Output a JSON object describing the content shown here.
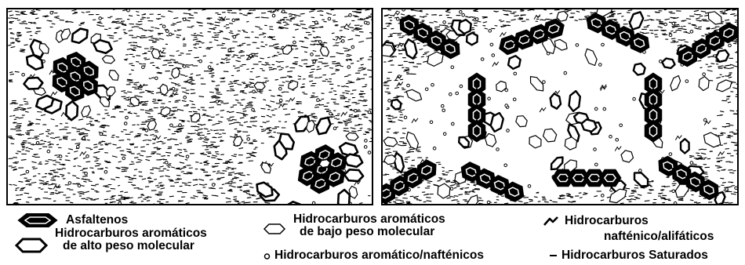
{
  "panels": [
    {
      "name": "dispersed-state"
    },
    {
      "name": "aggregated-state"
    }
  ],
  "legend": {
    "asphaltenes": "Asfaltenos",
    "high_mw_aromatics_line1": "Hidrocarburos aromáticos",
    "high_mw_aromatics_line2": "de alto peso molecular",
    "low_mw_aromatics_line1": "Hidrocarburos aromáticos",
    "low_mw_aromatics_line2": "de bajo peso molecular",
    "aromatic_naphthenic": "Hidrocarburos aromático/nafténicos",
    "naphthenic_aliphatic_line1": "Hidrocarburos",
    "naphthenic_aliphatic_line2": "nafténico/alifáticos",
    "saturated": "Hidrocarburos Saturados"
  },
  "colors": {
    "ink": "#000000",
    "background": "#ffffff",
    "asphaltene_fill": "#000000"
  }
}
